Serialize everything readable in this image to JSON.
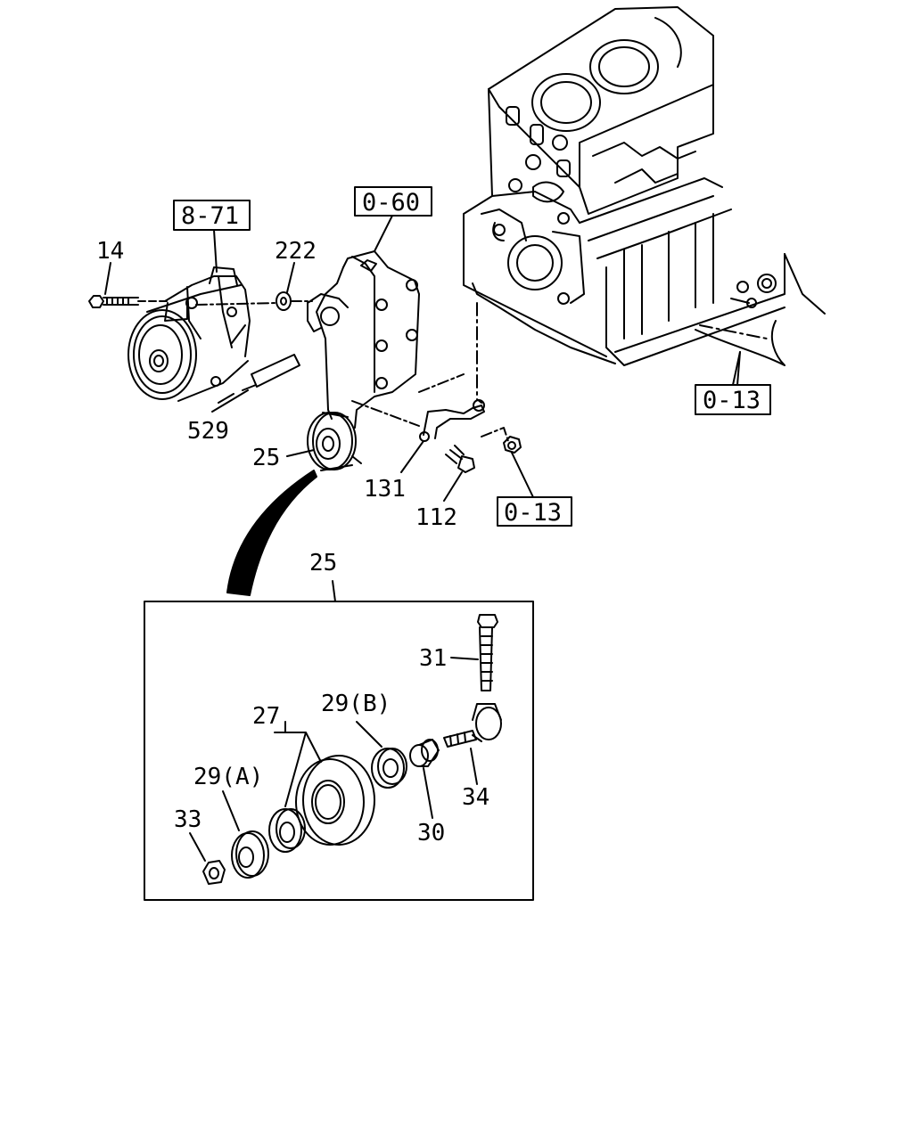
{
  "diagram": {
    "part_numbers": {
      "p14": "14",
      "p222": "222",
      "p529": "529",
      "p25_top": "25",
      "p131": "131",
      "p112": "112",
      "p25_detail": "25",
      "p31": "31",
      "p27": "27",
      "p29b": "29(B)",
      "p29a": "29(A)",
      "p33": "33",
      "p30": "30",
      "p34": "34"
    },
    "reference_boxes": {
      "r871": "8-71",
      "r060": "0-60",
      "r013_right": "0-13",
      "r013_bottom": "0-13"
    }
  }
}
